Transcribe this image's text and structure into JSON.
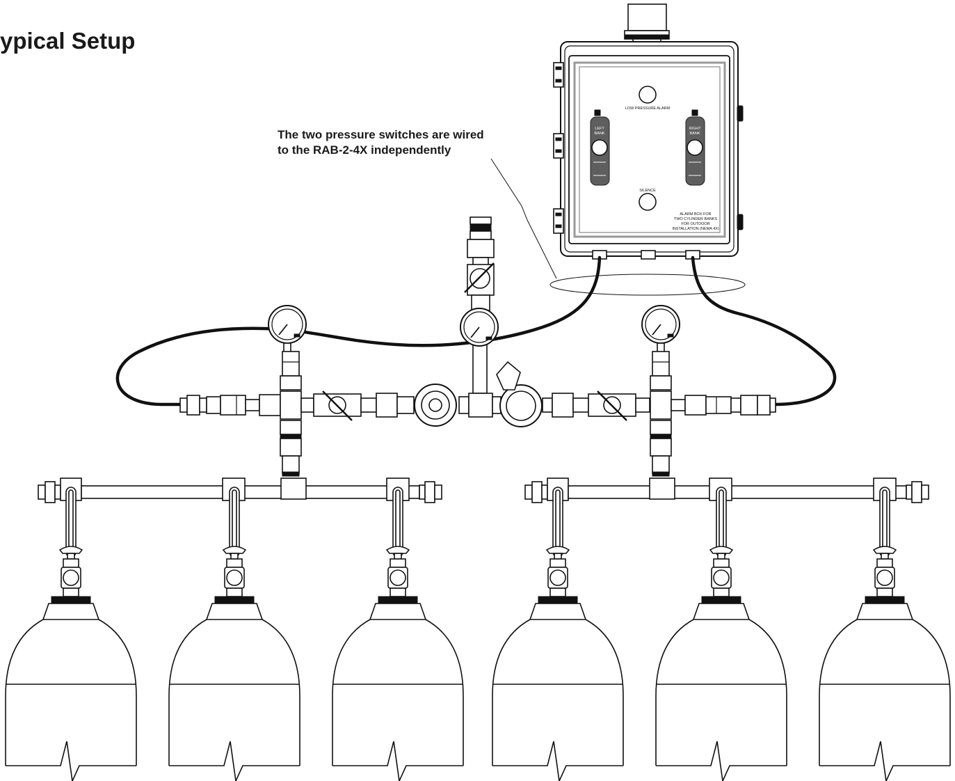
{
  "title": "ypical Setup",
  "callout": {
    "line1": "The two pressure switches are wired",
    "line2": "to the RAB-2-4X independently"
  },
  "alarm_box": {
    "low_pressure_alarm": "LOW PRESSURE ALARM",
    "left_bank_line1": "LEFT",
    "left_bank_line2": "BANK",
    "right_bank_line1": "RIGHT",
    "right_bank_line2": "BANK",
    "silence": "SILENCE",
    "desc_line1": "ALARM BOX FOR",
    "desc_line2": "TWO CYLINDER BANKS",
    "desc_line3": "FOR OUTDOOR",
    "desc_line4": "INSTALLATION (NEMA 4X)"
  }
}
